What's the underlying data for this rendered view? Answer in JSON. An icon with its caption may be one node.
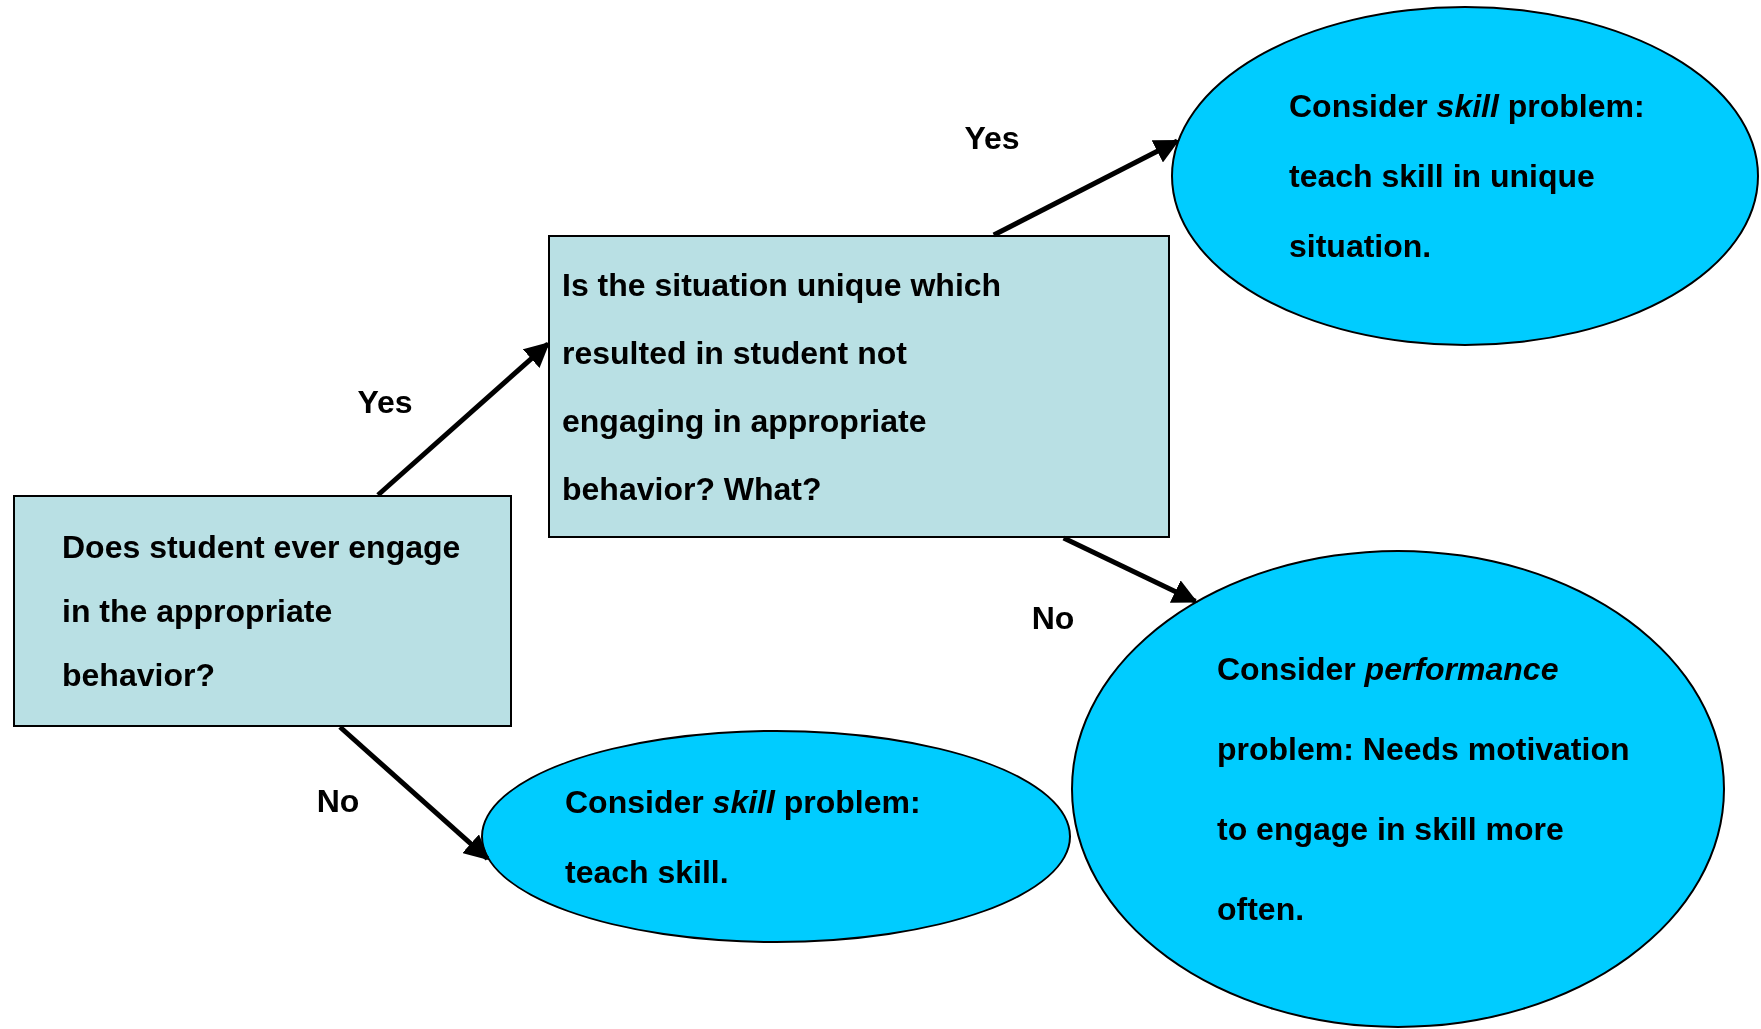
{
  "diagram": {
    "nodes": [
      {
        "text": [
          "Does student ever engage in the appropriate behavior?"
        ]
      },
      {
        "text": [
          "Is the situation unique which resulted in student not engaging in appropriate behavior? What?"
        ]
      },
      {
        "text": [
          "Consider *skill* problem: teach skill in unique situation."
        ]
      },
      {
        "text": [
          "Consider *skill* problem: teach skill."
        ]
      },
      {
        "text": [
          "Consider *performance* problem: Needs motivation to engage in skill more often."
        ]
      }
    ],
    "edges": [
      {
        "from": 0,
        "to": 1,
        "arrow": "to",
        "label": "Yes"
      },
      {
        "from": 1,
        "to": 2,
        "arrow": "to",
        "label": "Yes"
      },
      {
        "from": 1,
        "to": 4,
        "arrow": "to",
        "label": "No"
      },
      {
        "from": 0,
        "to": 3,
        "arrow": "to",
        "label": "No"
      }
    ]
  }
}
